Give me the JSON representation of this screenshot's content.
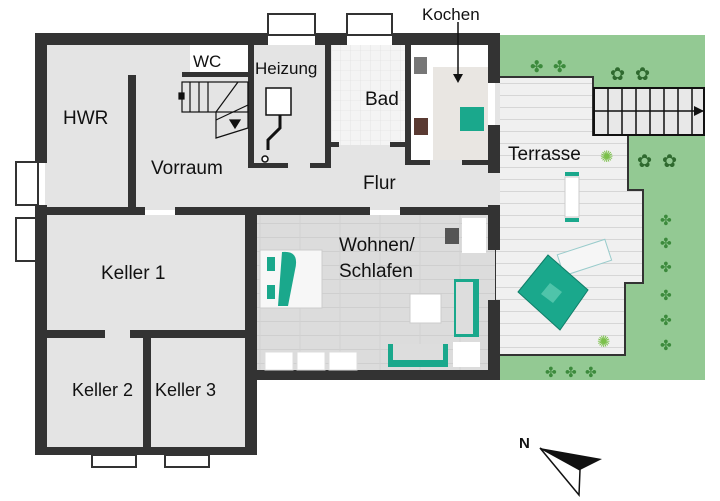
{
  "rooms": {
    "hwr": "HWR",
    "wc": "WC",
    "heizung": "Heizung",
    "vorraum": "Vorraum",
    "bad": "Bad",
    "kochen": "Kochen",
    "flur": "Flur",
    "terrasse": "Terrasse",
    "wohnen_line1": "Wohnen/",
    "wohnen_line2": "Schlafen",
    "keller1": "Keller 1",
    "keller2": "Keller 2",
    "keller3": "Keller 3"
  },
  "compass": {
    "label": "N"
  },
  "colors": {
    "wall": "#333333",
    "room": "#e4e4e4",
    "garden": "#93c993",
    "terrace": "#eeeeee",
    "accent": "#1aa88c"
  }
}
